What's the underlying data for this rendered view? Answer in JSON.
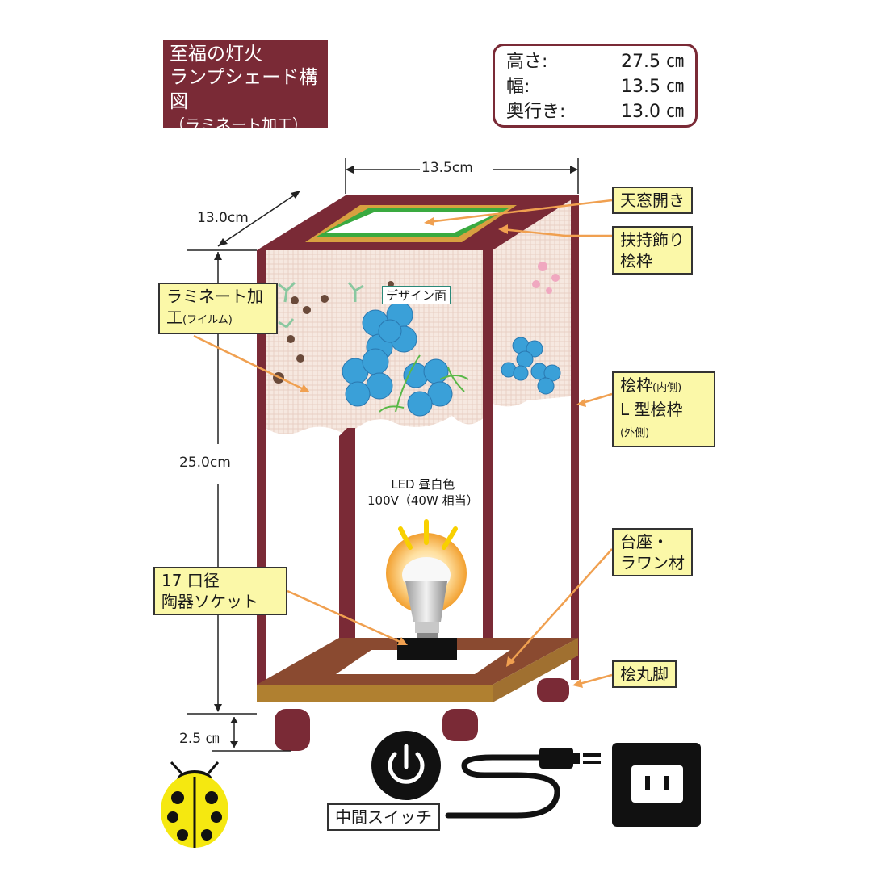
{
  "title": {
    "line1": "至福の灯火",
    "line2": "ランプシェード構図",
    "line3": "（ラミネート加工）"
  },
  "specs": [
    {
      "label": "高さ:",
      "value": "27.5 ㎝"
    },
    {
      "label": "幅:",
      "value": "13.5 ㎝"
    },
    {
      "label": "奥行き:",
      "value": "13.0 ㎝"
    }
  ],
  "dimensions": {
    "width": "13.5cm",
    "depth": "13.0cm",
    "body_height": "25.0cm",
    "leg_height": "2.5 ㎝"
  },
  "labels": {
    "skylight": "天窓開き",
    "frame_top_1": "扶持飾り",
    "frame_top_2": "桧枠",
    "laminate_1": "ラミネート加",
    "laminate_2": "工",
    "laminate_small": "(フイルム)",
    "design_face": "デザイン面",
    "hinoki_1": "桧枠",
    "hinoki_1_small": "(内側)",
    "hinoki_2": "L 型桧枠",
    "hinoki_2_small": "(外側)",
    "led_1": "LED 昼白色",
    "led_2": "100V（40W 相当）",
    "socket_1": "17 口径",
    "socket_2": "陶器ソケット",
    "base_1": "台座・",
    "base_2": "ラワン材",
    "legs": "桧丸脚",
    "switch": "中間スイッチ"
  },
  "colors": {
    "frame": "#7a2a36",
    "label_bg": "#fbf8a8",
    "arrow": "#f0a050",
    "skylight_green": "#3aaa40",
    "flower_blue": "#3aa0d8"
  }
}
